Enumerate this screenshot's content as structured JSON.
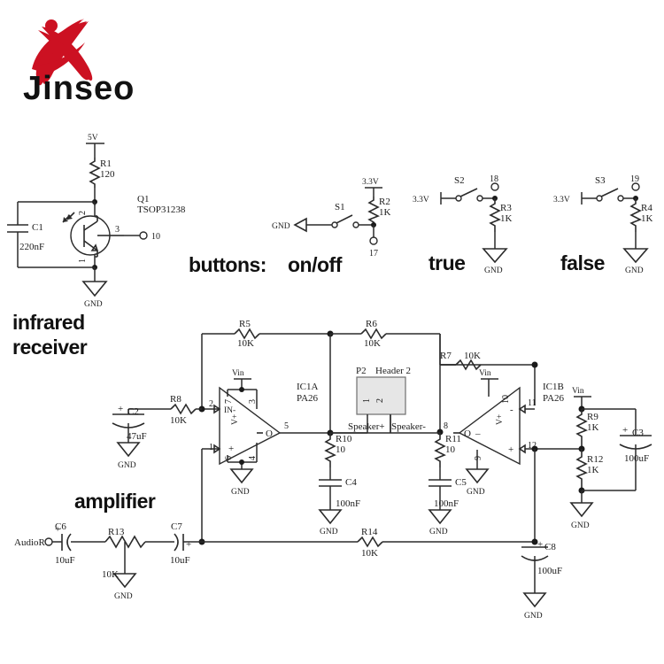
{
  "brand": {
    "name": "Jinseo",
    "logo_color": "#cc1122",
    "logo_icon": "starburst-x-logo"
  },
  "sections": [
    {
      "id": "infrared-receiver",
      "label_line1": "infrared",
      "label_line2": "receiver"
    },
    {
      "id": "buttons",
      "label": "buttons:"
    },
    {
      "id": "on-off",
      "label": "on/off"
    },
    {
      "id": "true",
      "label": "true"
    },
    {
      "id": "false",
      "label": "false"
    },
    {
      "id": "amplifier",
      "label": "amplifier"
    }
  ],
  "nets": {
    "supply_5v": "5V",
    "supply_3v3": "3.3V",
    "vin": "Vin",
    "gnd": "GND",
    "speaker_plus": "Speaker+",
    "speaker_minus": "Speaker-",
    "audio_r": "AudioR"
  },
  "infrared_receiver": {
    "resistor": {
      "ref": "R1",
      "value": "120"
    },
    "capacitor": {
      "ref": "C1",
      "value": "220nF"
    },
    "transistor": {
      "ref": "Q1",
      "part": "TSOP31238",
      "pins": [
        "2",
        "3",
        "1"
      ]
    },
    "out_pin": "10",
    "supply": "5V",
    "gnd": "GND"
  },
  "button_on_off": {
    "switch": "S1",
    "resistor": {
      "ref": "R2",
      "value": "1K"
    },
    "supply": "3.3V",
    "gnd": "GND",
    "out_pin": "17"
  },
  "button_true": {
    "switch": "S2",
    "resistor": {
      "ref": "R3",
      "value": "1K"
    },
    "supply": "3.3V",
    "gnd": "GND",
    "out_pin": "18"
  },
  "button_false": {
    "switch": "S3",
    "resistor": {
      "ref": "R4",
      "value": "1K"
    },
    "supply": "3.3V",
    "gnd": "GND",
    "out_pin": "19"
  },
  "amplifier": {
    "opamp_a": {
      "ref": "IC1A",
      "part": "PA26",
      "pin_in_neg": "2",
      "pin_in_pos": "1",
      "pin_out": "5",
      "pin_vplus": "7",
      "pin_vplus2": "3",
      "pin_vminus": "6",
      "pin_vminus2": "4",
      "in_label": "IN-",
      "out_label": "O",
      "supply": "Vin",
      "gnd": "GND"
    },
    "opamp_b": {
      "ref": "IC1B",
      "part": "PA26",
      "pin_in_neg": "11",
      "pin_in_pos": "12",
      "pin_out": "8",
      "pin_vplus": "10",
      "pin_vminus": "9",
      "out_label": "O",
      "supply": "Vin",
      "gnd": "GND"
    },
    "header": {
      "ref": "P2",
      "name": "Header 2",
      "pin1": "1",
      "pin2": "2"
    },
    "resistors": [
      {
        "ref": "R5",
        "value": "10K"
      },
      {
        "ref": "R6",
        "value": "10K"
      },
      {
        "ref": "R7",
        "value": "10K"
      },
      {
        "ref": "R8",
        "value": "10K"
      },
      {
        "ref": "R9",
        "value": "1K"
      },
      {
        "ref": "R10",
        "value": "10"
      },
      {
        "ref": "R11",
        "value": "10"
      },
      {
        "ref": "R12",
        "value": "1K"
      },
      {
        "ref": "R13",
        "value": "10K"
      },
      {
        "ref": "R14",
        "value": "10K"
      }
    ],
    "capacitors": [
      {
        "ref": "C2",
        "value": "47uF",
        "polarized": true
      },
      {
        "ref": "C3",
        "value": "100uF",
        "polarized": true
      },
      {
        "ref": "C4",
        "value": "100nF",
        "polarized": false
      },
      {
        "ref": "C5",
        "value": "100nF",
        "polarized": false
      },
      {
        "ref": "C6",
        "value": "10uF",
        "polarized": true
      },
      {
        "ref": "C7",
        "value": "10uF",
        "polarized": true
      },
      {
        "ref": "C8",
        "value": "100uF",
        "polarized": true
      }
    ]
  }
}
